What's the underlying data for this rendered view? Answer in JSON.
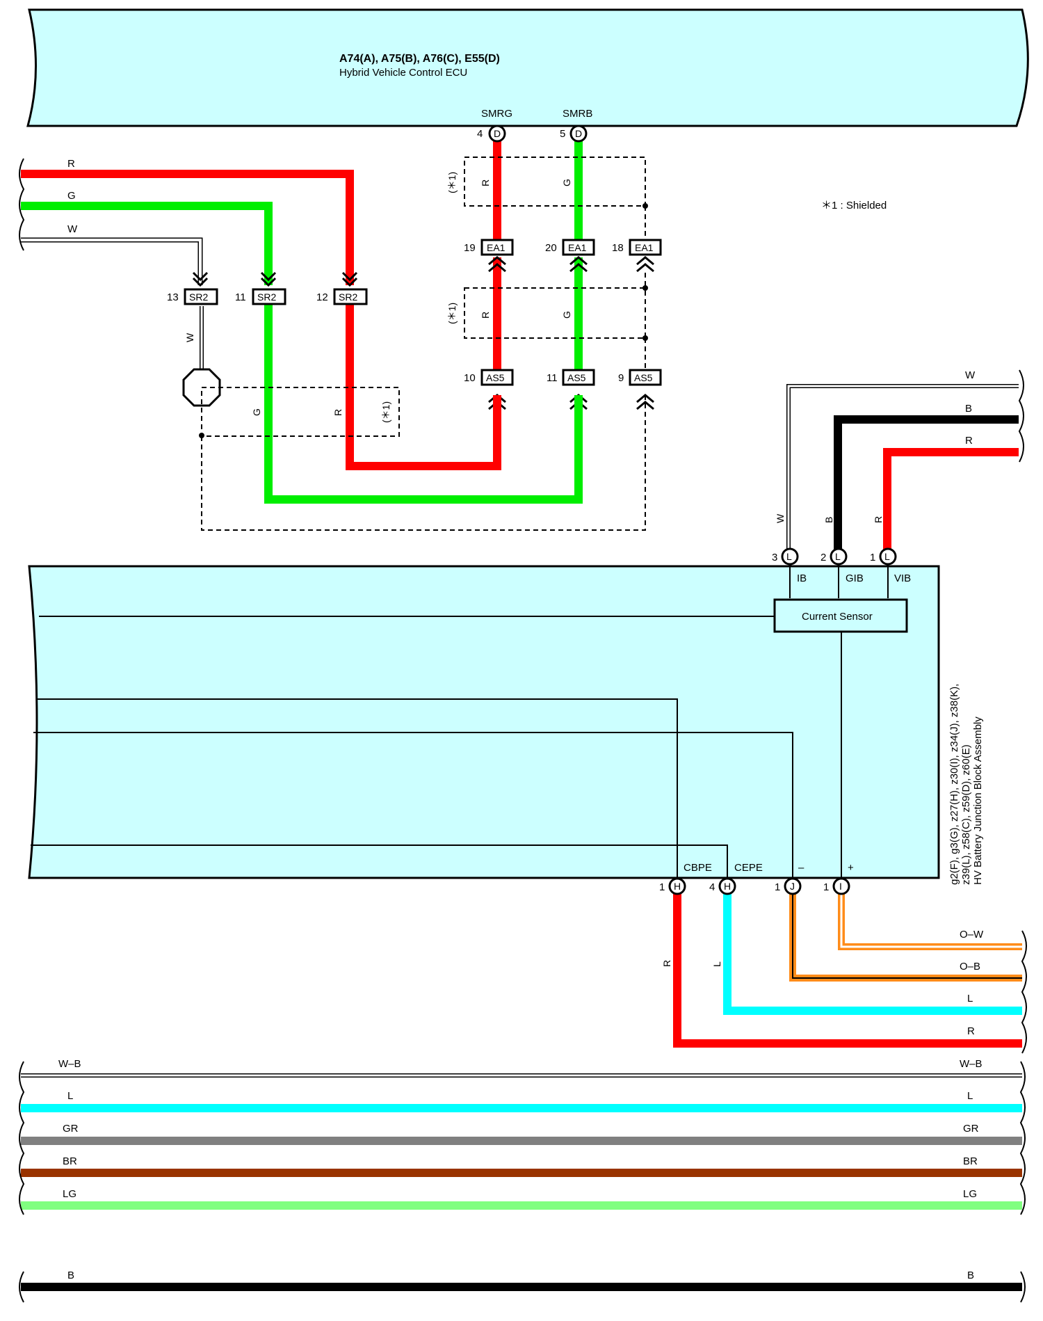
{
  "ecu": {
    "connectors": "A74(A), A75(B), A76(C), E55(D)",
    "name": "Hybrid Vehicle Control ECU",
    "terminals": [
      {
        "label": "SMRG",
        "pin": "4",
        "conn": "D"
      },
      {
        "label": "SMRB",
        "pin": "5",
        "conn": "D"
      }
    ]
  },
  "note": "＊1 : Shielded",
  "shield_label": "(＊1)",
  "connectors": {
    "ea1": [
      {
        "pin": "19",
        "name": "EA1"
      },
      {
        "pin": "20",
        "name": "EA1"
      },
      {
        "pin": "18",
        "name": "EA1"
      }
    ],
    "sr2": [
      {
        "pin": "13",
        "name": "SR2"
      },
      {
        "pin": "11",
        "name": "SR2"
      },
      {
        "pin": "12",
        "name": "SR2"
      }
    ],
    "as5": [
      {
        "pin": "10",
        "name": "AS5"
      },
      {
        "pin": "11",
        "name": "AS5"
      },
      {
        "pin": "9",
        "name": "AS5"
      }
    ]
  },
  "wires": {
    "left_in": [
      "R",
      "G",
      "W"
    ],
    "shield1": [
      "R",
      "G"
    ],
    "shield2": [
      "R",
      "G"
    ],
    "sr2_lower": [
      "W",
      "G",
      "R"
    ],
    "right_in": [
      "W",
      "B",
      "R"
    ],
    "right_vertical": [
      "W",
      "B",
      "R"
    ],
    "bottom_right": [
      "O–W",
      "O–B",
      "L",
      "R"
    ],
    "bottom_vertical": [
      "R",
      "L"
    ],
    "bus": [
      "W–B",
      "L",
      "GR",
      "BR",
      "LG",
      "B"
    ]
  },
  "junction": {
    "connectors": "g2(F), g3(G), z27(H), z30(I), z34(J), z38(K),",
    "connectors2": "z39(L), z58(C), z59(D), z60(E)",
    "name": "HV Battery Junction Block Assembly",
    "sensor": "Current Sensor",
    "top_terminals": [
      {
        "pin": "3",
        "conn": "L",
        "label": "IB"
      },
      {
        "pin": "2",
        "conn": "L",
        "label": "GIB"
      },
      {
        "pin": "1",
        "conn": "L",
        "label": "VIB"
      }
    ],
    "bottom_terminals": [
      {
        "pin": "1",
        "conn": "H",
        "label": "CBPE"
      },
      {
        "pin": "4",
        "conn": "H",
        "label": "CEPE"
      },
      {
        "pin": "1",
        "conn": "J",
        "label": "–"
      },
      {
        "pin": "1",
        "conn": "I",
        "label": "+"
      }
    ]
  },
  "colors": {
    "R": "#ff0000",
    "G": "#00ee00",
    "B": "#000000",
    "L": "#00ffff",
    "O": "#ff8c1a",
    "GR": "#808080",
    "BR": "#993300",
    "LG": "#80ff80",
    "box": "#ccffff"
  }
}
